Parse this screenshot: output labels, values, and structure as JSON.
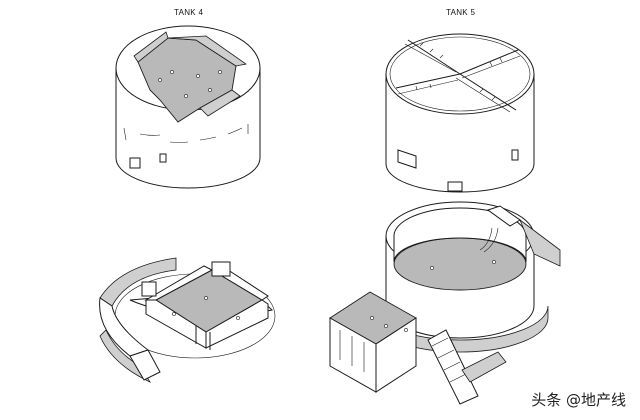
{
  "labels": {
    "tank4": "TANK 4",
    "tank5": "TANK 5"
  },
  "watermark": "头条 @地产线"
}
